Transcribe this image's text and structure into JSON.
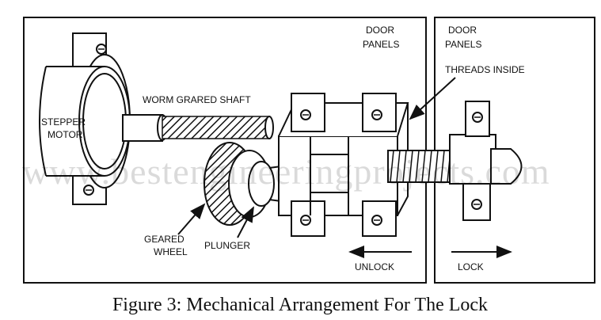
{
  "labels": {
    "stepper_motor": [
      "STEPPER",
      "MOTOR"
    ],
    "worm_shaft": "WORM GRARED SHAFT",
    "door_panels_left": [
      "DOOR",
      "PANELS"
    ],
    "door_panels_right": [
      "DOOR",
      "PANELS"
    ],
    "threads_inside": "THREADS INSIDE",
    "geared_wheel": [
      "GEARED",
      "WHEEL"
    ],
    "plunger": "PLUNGER",
    "unlock": "UNLOCK",
    "lock": "LOCK"
  },
  "caption": "Figure 3: Mechanical Arrangement For The Lock",
  "watermark": "www.bestengineeringprojects.com",
  "colors": {
    "ink": "#111111",
    "paper": "#ffffff"
  }
}
